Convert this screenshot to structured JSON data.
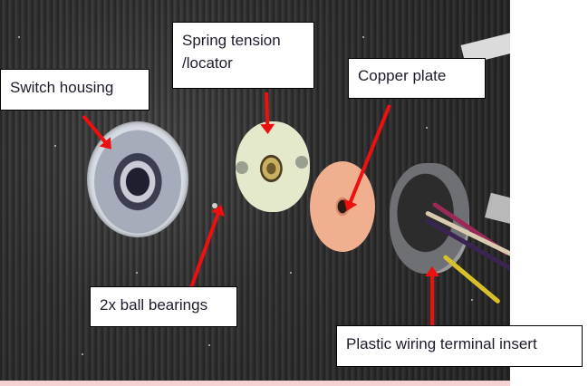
{
  "image": {
    "description": "Photo of disassembled switch parts on dark carpet with labeled callouts",
    "accent_color": "#ee0f0f",
    "background_color": "#ffffff"
  },
  "labels": [
    {
      "id": "switch-housing",
      "text": "Switch housing"
    },
    {
      "id": "spring-tension",
      "text": "Spring tension /locator"
    },
    {
      "id": "copper-plate",
      "text": "Copper plate"
    },
    {
      "id": "ball-bearings",
      "text": "2x ball bearings"
    },
    {
      "id": "terminal-insert",
      "text": "Plastic wiring terminal insert"
    }
  ]
}
